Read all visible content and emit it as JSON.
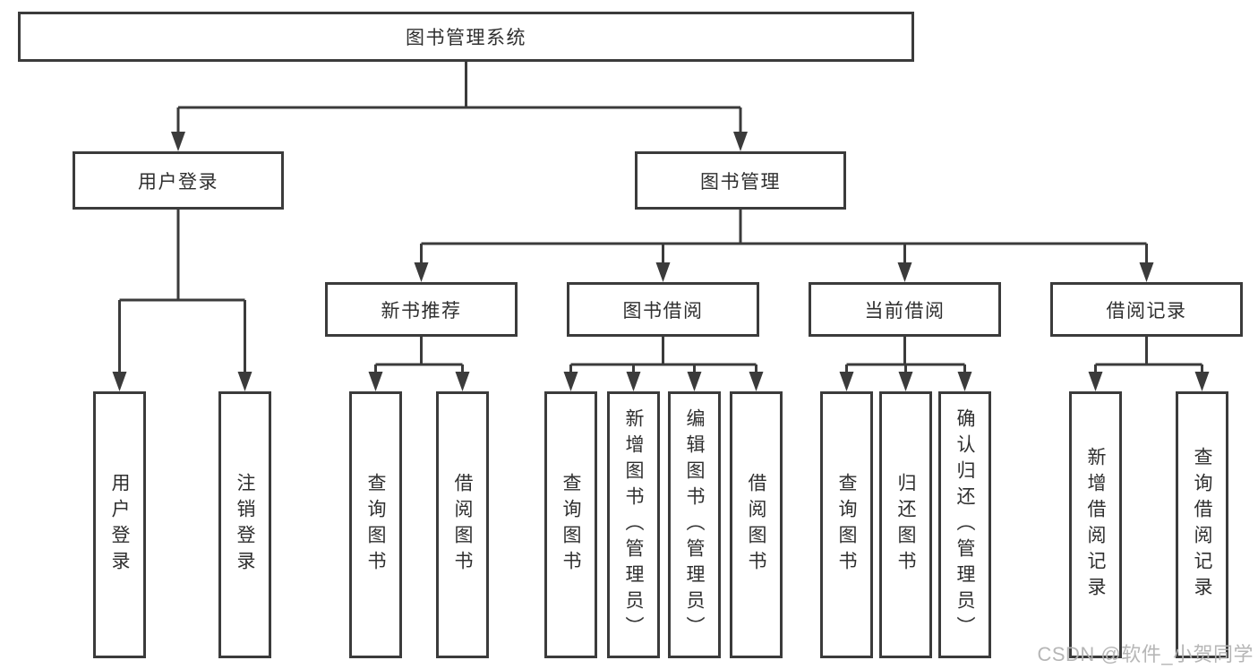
{
  "labels": {
    "root": "图书管理系统",
    "user_login": "用户登录",
    "book_mgmt": "图书管理",
    "new_book_rec": "新书推荐",
    "book_borrow": "图书借阅",
    "current_borrow": "当前借阅",
    "borrow_records": "借阅记录",
    "leaf_user_login": "用户登录",
    "leaf_logout": "注销登录",
    "leaf_nb_query": "查询图书",
    "leaf_nb_borrow": "借阅图书",
    "leaf_bb_query": "查询图书",
    "leaf_bb_add": "新增图书（管理员）",
    "leaf_bb_edit": "编辑图书（管理员）",
    "leaf_bb_borrow": "借阅图书",
    "leaf_cb_query": "查询图书",
    "leaf_cb_return": "归还图书",
    "leaf_cb_confirm": "确认归还（管理员）",
    "leaf_br_add": "新增借阅记录",
    "leaf_br_query": "查询借阅记录"
  },
  "structure": {
    "root": [
      "user_login",
      "book_mgmt"
    ],
    "user_login": [
      "leaf_user_login",
      "leaf_logout"
    ],
    "book_mgmt": [
      "new_book_rec",
      "book_borrow",
      "current_borrow",
      "borrow_records"
    ],
    "new_book_rec": [
      "leaf_nb_query",
      "leaf_nb_borrow"
    ],
    "book_borrow": [
      "leaf_bb_query",
      "leaf_bb_add",
      "leaf_bb_edit",
      "leaf_bb_borrow"
    ],
    "current_borrow": [
      "leaf_cb_query",
      "leaf_cb_return",
      "leaf_cb_confirm"
    ],
    "borrow_records": [
      "leaf_br_add",
      "leaf_br_query"
    ]
  },
  "watermark": "CSDN @软件_小贺同学",
  "colors": {
    "line": "#3b3b3b",
    "box_border": "#3b3b3b",
    "text": "#2f2f2f",
    "watermark": "#b2b2b2",
    "background": "#ffffff"
  }
}
